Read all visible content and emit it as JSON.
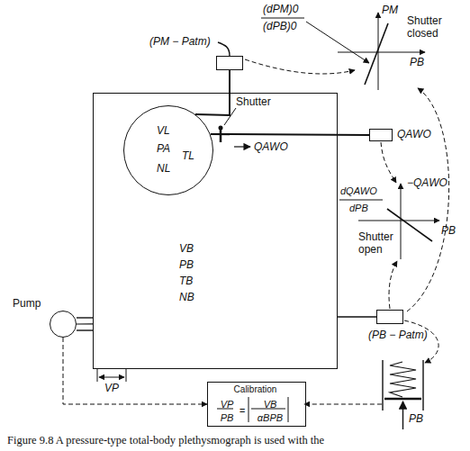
{
  "diagram": {
    "caption": "Figure 9.8 A pressure-type total-body plethysmograph is used with the",
    "nodes": [
      {
        "text": [
          "VB",
          "PB",
          "TB",
          "NB"
        ]
      },
      {
        "text": [
          "VL",
          "PA",
          "TL",
          "NL"
        ],
        "in": 0
      },
      {
        "text": [
          "(PM − Patm)"
        ]
      },
      {
        "text": [
          "QAWO"
        ]
      },
      {
        "text": [
          "(PB − Patm)"
        ]
      },
      {
        "text": [
          "Pump"
        ]
      },
      {
        "text": [
          "Calibration",
          "VP",
          "PB",
          "=",
          "VB",
          "αBPB"
        ]
      }
    ],
    "edges": [
      {
        "from": 2,
        "to": 1,
        "arrow": "none"
      },
      {
        "from": 3,
        "to": 1,
        "arrow": "none"
      },
      {
        "from": 4,
        "to": 0,
        "arrow": "none"
      },
      {
        "from": 5,
        "to": 0,
        "arrow": "none"
      },
      {
        "from": 5,
        "to": 6,
        "arrow": "to"
      }
    ],
    "labels": [
      "Shutter",
      "QAWO",
      "(dPM)0",
      "(dPB)0",
      "PM",
      "Shutter closed",
      "PB",
      "dQAWO",
      "dPB",
      "−QAWO",
      "PB",
      "Shutter open",
      "VP",
      "PB"
    ]
  }
}
